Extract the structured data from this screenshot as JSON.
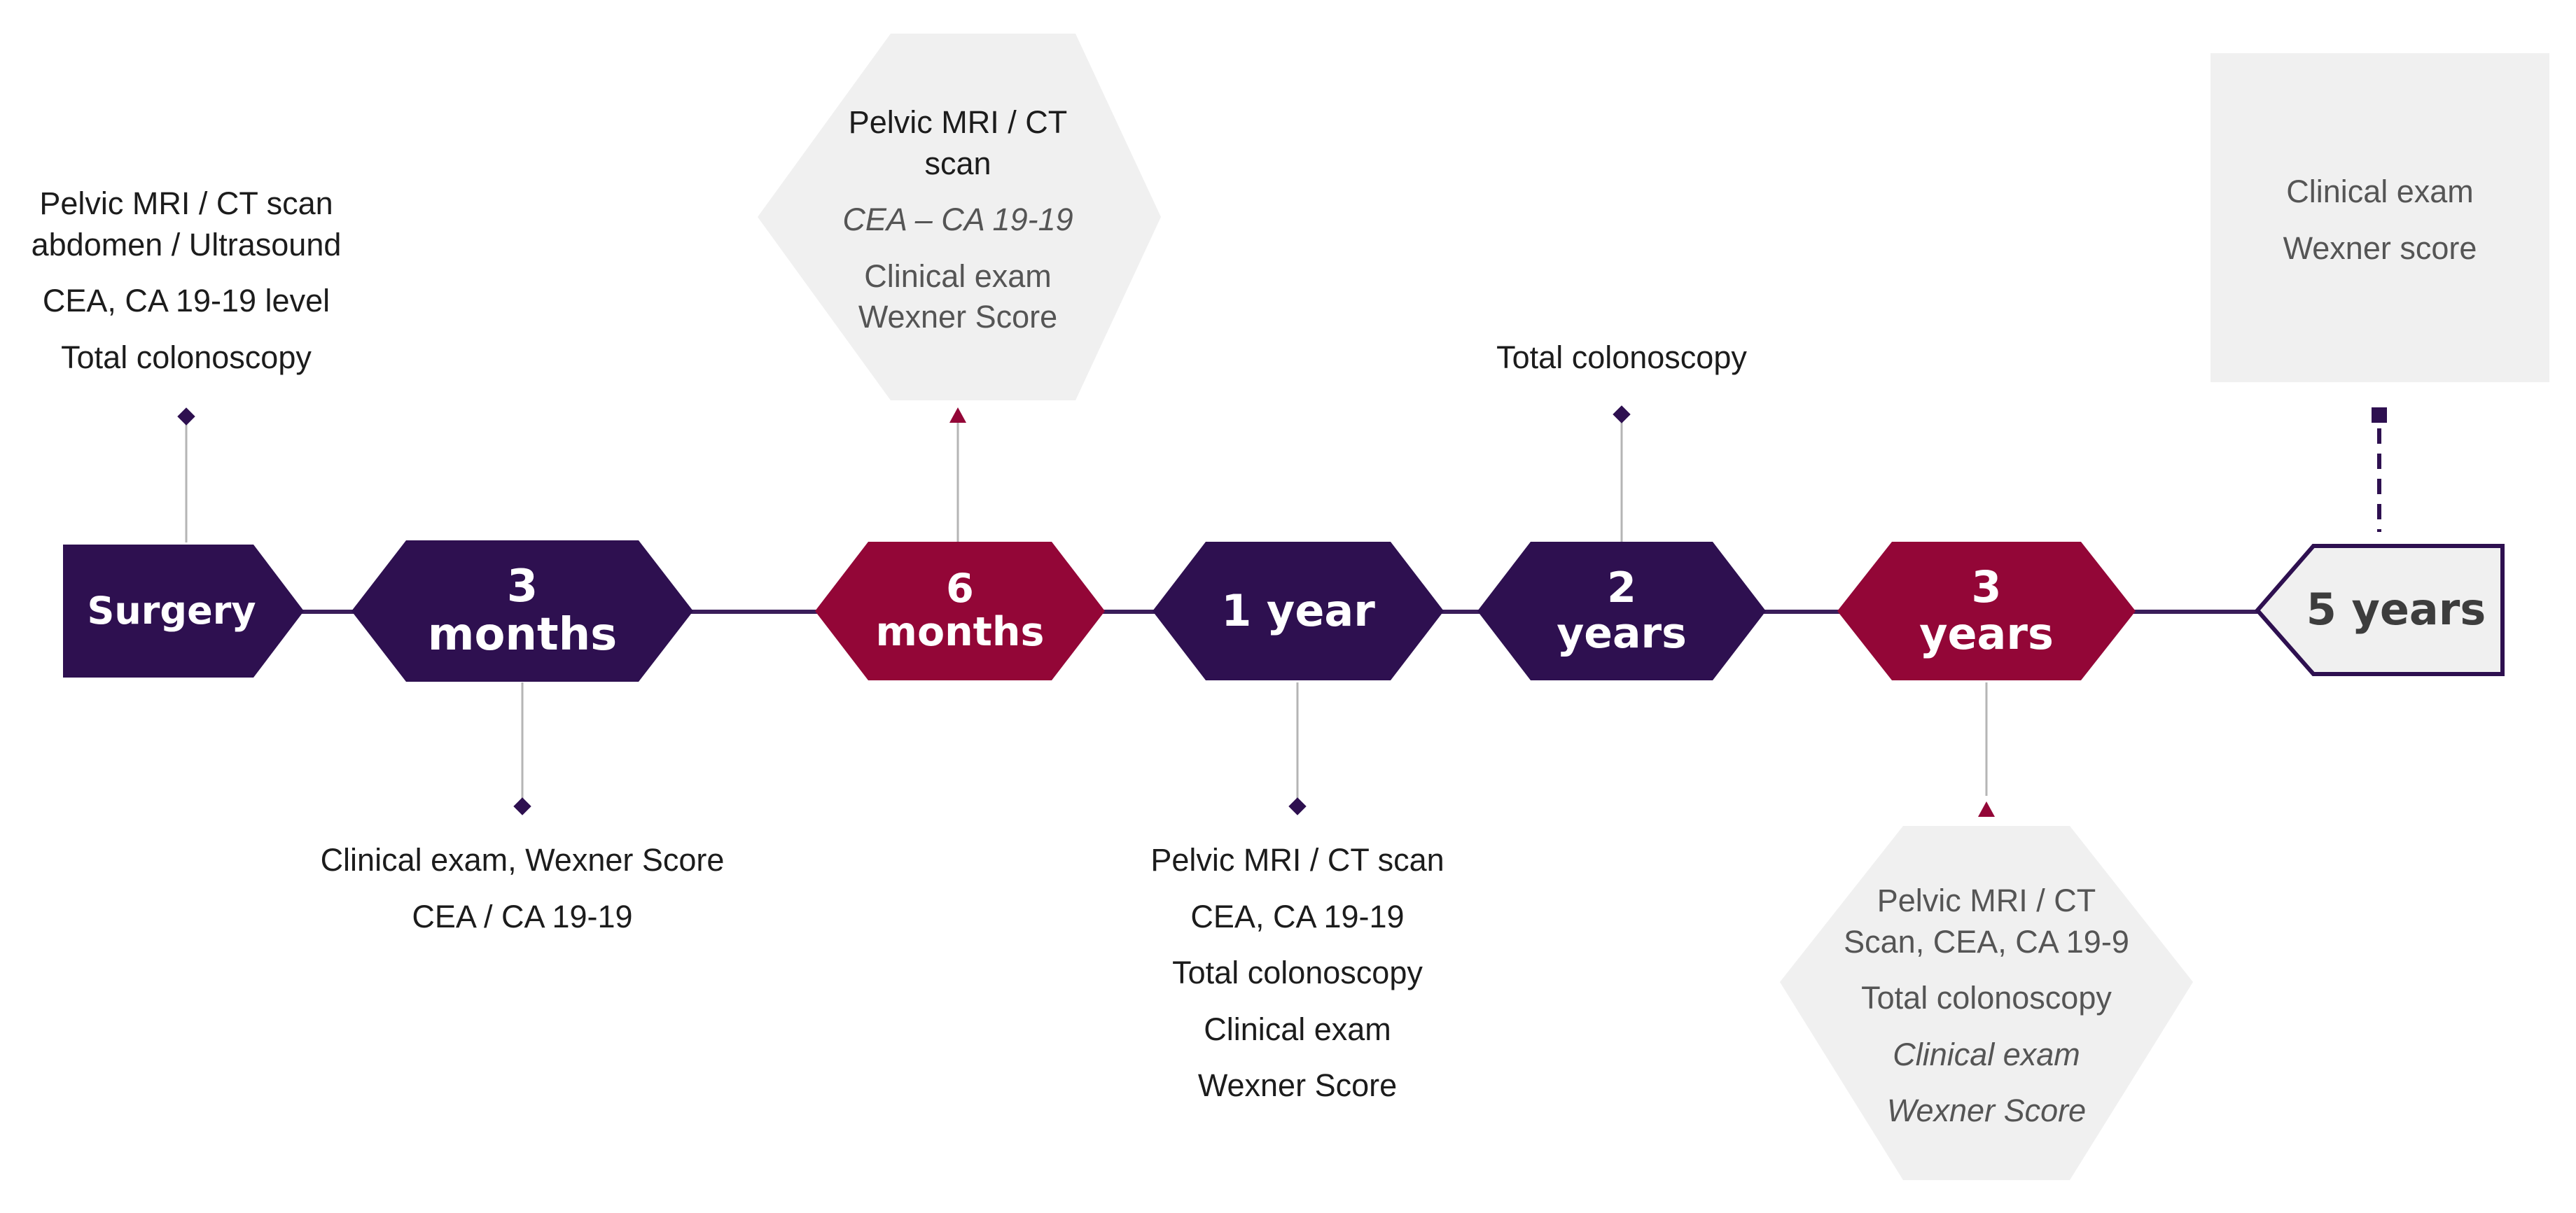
{
  "colors": {
    "purple": "#2e1050",
    "crimson": "#930637",
    "grey_box": "#f0f0f0",
    "line": "#3a1d5a",
    "connector": "#b5b5b5"
  },
  "milestones": {
    "surgery": "Surgery",
    "m3_a": "3",
    "m3_b": "months",
    "m6_a": "6",
    "m6_b": "months",
    "y1": "1 year",
    "y2_a": "2",
    "y2_b": "years",
    "y3_a": "3",
    "y3_b": "years",
    "y5": "5 years"
  },
  "notes": {
    "surgery": {
      "l1": "Pelvic MRI / CT scan",
      "l2": "abdomen / Ultrasound",
      "l3": "CEA, CA 19-19 level",
      "l4": "Total colonoscopy"
    },
    "m3": {
      "l1": "Clinical exam, Wexner Score",
      "l2": "CEA / CA 19-19"
    },
    "m6": {
      "l1": "Pelvic MRI / CT",
      "l2": "scan",
      "l3": "CEA – CA 19-19",
      "l4": "Clinical exam",
      "l5": "Wexner Score"
    },
    "y1": {
      "l1": "Pelvic MRI / CT scan",
      "l2": "CEA, CA 19-19",
      "l3": "Total colonoscopy",
      "l4": "Clinical exam",
      "l5": "Wexner Score"
    },
    "y2": {
      "l1": "Total colonoscopy"
    },
    "y3": {
      "l1": "Pelvic MRI / CT",
      "l2": "Scan, CEA, CA 19-9",
      "l3": "Total colonoscopy",
      "l4": "Clinical exam",
      "l5": "Wexner Score"
    },
    "y5": {
      "l1": "Clinical exam",
      "l2": "Wexner score"
    }
  }
}
